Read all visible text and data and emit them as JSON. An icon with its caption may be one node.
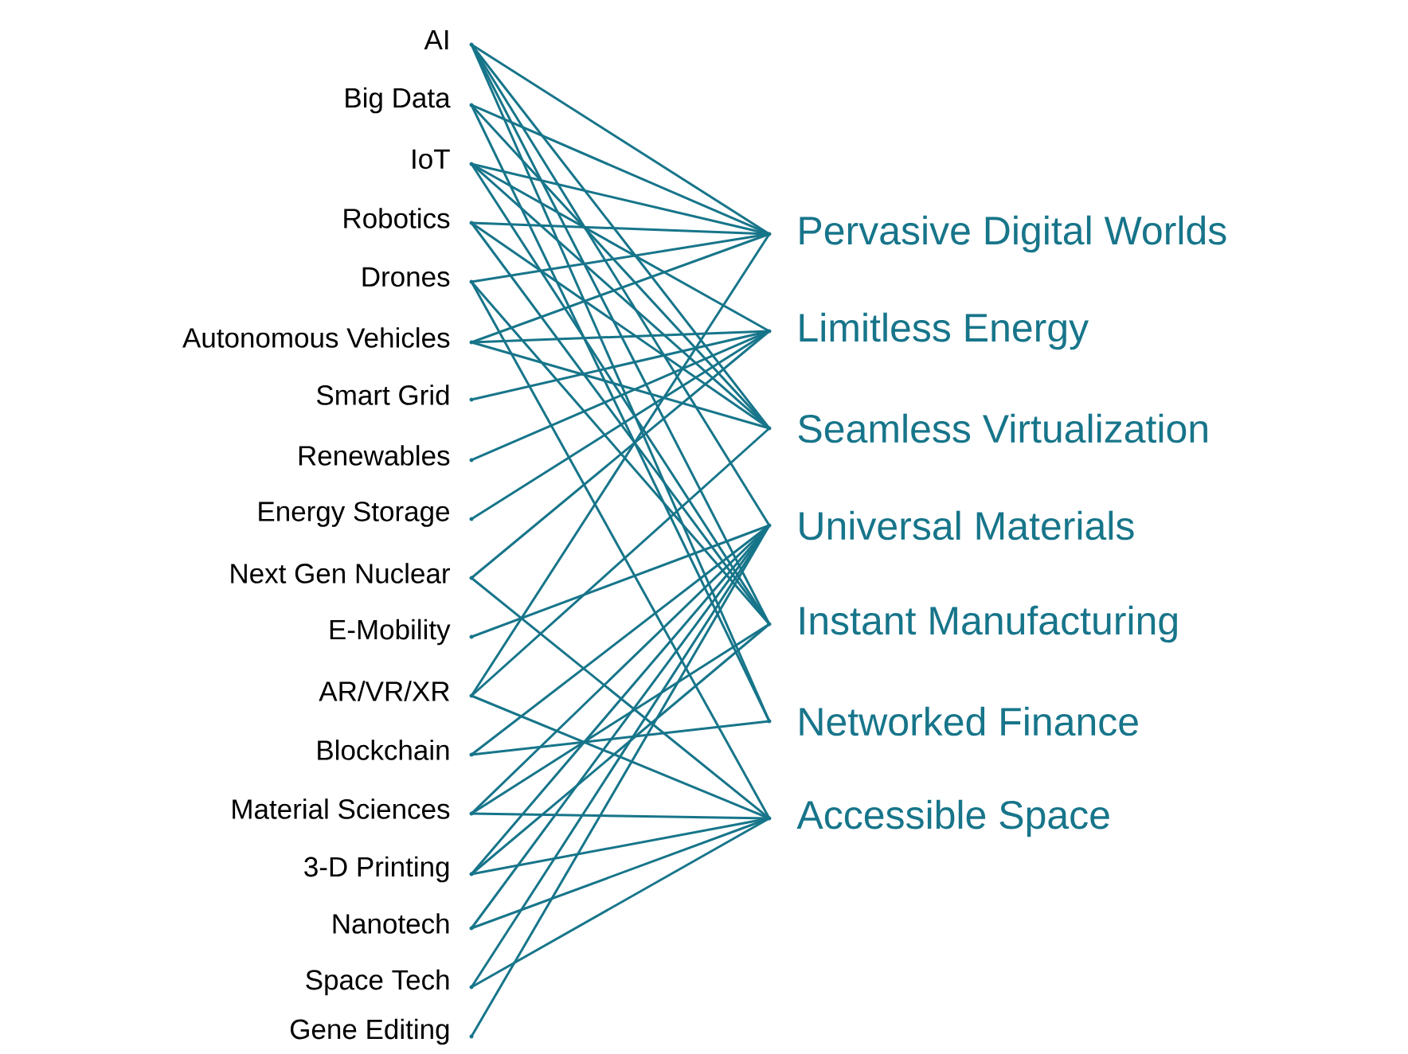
{
  "diagram": {
    "nodes": [
      {
        "text": [
          "AI"
        ]
      },
      {
        "text": [
          "Big Data"
        ]
      },
      {
        "text": [
          "IoT"
        ]
      },
      {
        "text": [
          "Robotics"
        ]
      },
      {
        "text": [
          "Drones"
        ]
      },
      {
        "text": [
          "Autonomous Vehicles"
        ]
      },
      {
        "text": [
          "Smart Grid"
        ]
      },
      {
        "text": [
          "Renewables"
        ]
      },
      {
        "text": [
          "Energy Storage"
        ]
      },
      {
        "text": [
          "Next Gen Nuclear"
        ]
      },
      {
        "text": [
          "E-Mobility"
        ]
      },
      {
        "text": [
          "AR/VR/XR"
        ]
      },
      {
        "text": [
          "Blockchain"
        ]
      },
      {
        "text": [
          "Material Sciences"
        ]
      },
      {
        "text": [
          "3-D Printing"
        ]
      },
      {
        "text": [
          "Nanotech"
        ]
      },
      {
        "text": [
          "Space Tech"
        ]
      },
      {
        "text": [
          "Gene Editing"
        ]
      },
      {
        "text": [
          "Pervasive Digital Worlds"
        ]
      },
      {
        "text": [
          "Limitless Energy"
        ]
      },
      {
        "text": [
          "Seamless Virtualization"
        ]
      },
      {
        "text": [
          "Universal Materials"
        ]
      },
      {
        "text": [
          "Instant Manufacturing"
        ]
      },
      {
        "text": [
          "Networked Finance"
        ]
      },
      {
        "text": [
          "Accessible Space"
        ]
      }
    ],
    "edges": [
      {
        "from": 0,
        "to": 18,
        "arrow": "none"
      },
      {
        "from": 0,
        "to": 20,
        "arrow": "none"
      },
      {
        "from": 0,
        "to": 21,
        "arrow": "none"
      },
      {
        "from": 0,
        "to": 22,
        "arrow": "none"
      },
      {
        "from": 0,
        "to": 23,
        "arrow": "none"
      },
      {
        "from": 1,
        "to": 18,
        "arrow": "none"
      },
      {
        "from": 1,
        "to": 20,
        "arrow": "none"
      },
      {
        "from": 1,
        "to": 23,
        "arrow": "none"
      },
      {
        "from": 2,
        "to": 18,
        "arrow": "none"
      },
      {
        "from": 2,
        "to": 19,
        "arrow": "none"
      },
      {
        "from": 2,
        "to": 20,
        "arrow": "none"
      },
      {
        "from": 2,
        "to": 22,
        "arrow": "none"
      },
      {
        "from": 3,
        "to": 18,
        "arrow": "none"
      },
      {
        "from": 3,
        "to": 20,
        "arrow": "none"
      },
      {
        "from": 3,
        "to": 22,
        "arrow": "none"
      },
      {
        "from": 4,
        "to": 18,
        "arrow": "none"
      },
      {
        "from": 4,
        "to": 22,
        "arrow": "none"
      },
      {
        "from": 4,
        "to": 24,
        "arrow": "none"
      },
      {
        "from": 5,
        "to": 18,
        "arrow": "none"
      },
      {
        "from": 5,
        "to": 19,
        "arrow": "none"
      },
      {
        "from": 5,
        "to": 20,
        "arrow": "none"
      },
      {
        "from": 6,
        "to": 19,
        "arrow": "none"
      },
      {
        "from": 7,
        "to": 19,
        "arrow": "none"
      },
      {
        "from": 8,
        "to": 19,
        "arrow": "none"
      },
      {
        "from": 9,
        "to": 19,
        "arrow": "none"
      },
      {
        "from": 9,
        "to": 24,
        "arrow": "none"
      },
      {
        "from": 10,
        "to": 21,
        "arrow": "none"
      },
      {
        "from": 11,
        "to": 18,
        "arrow": "none"
      },
      {
        "from": 11,
        "to": 20,
        "arrow": "none"
      },
      {
        "from": 11,
        "to": 24,
        "arrow": "none"
      },
      {
        "from": 12,
        "to": 21,
        "arrow": "none"
      },
      {
        "from": 12,
        "to": 23,
        "arrow": "none"
      },
      {
        "from": 13,
        "to": 21,
        "arrow": "none"
      },
      {
        "from": 13,
        "to": 22,
        "arrow": "none"
      },
      {
        "from": 13,
        "to": 24,
        "arrow": "none"
      },
      {
        "from": 14,
        "to": 21,
        "arrow": "none"
      },
      {
        "from": 14,
        "to": 22,
        "arrow": "none"
      },
      {
        "from": 14,
        "to": 24,
        "arrow": "none"
      },
      {
        "from": 15,
        "to": 21,
        "arrow": "none"
      },
      {
        "from": 15,
        "to": 24,
        "arrow": "none"
      },
      {
        "from": 16,
        "to": 21,
        "arrow": "none"
      },
      {
        "from": 16,
        "to": 24,
        "arrow": "none"
      },
      {
        "from": 17,
        "to": 21,
        "arrow": "none"
      }
    ]
  }
}
